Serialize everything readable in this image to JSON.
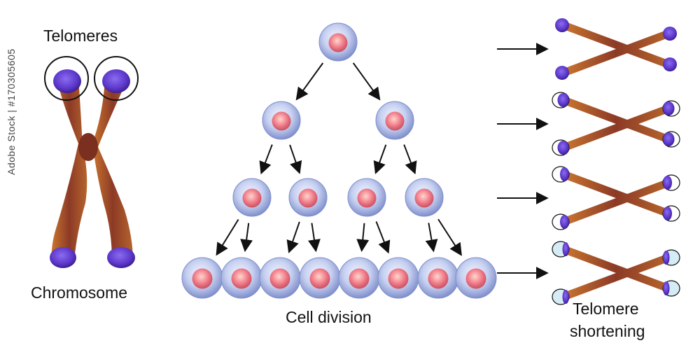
{
  "labels": {
    "telomeres": "Telomeres",
    "chromosome": "Chromosome",
    "cell_division": "Cell division",
    "telomere_shortening_line1": "Telomere",
    "telomere_shortening_line2": "shortening"
  },
  "watermark": "Adobe Stock | #170305605",
  "colors": {
    "chromatid": "#8c3a26",
    "chromatid_highlight": "#c9762f",
    "telomere": "#5b36c9",
    "cell_membrane": "#8aa0d8",
    "cell_nucleus": "#f07a88",
    "arrow": "#111111"
  },
  "structure": {
    "division_levels": 4,
    "cells_per_level": [
      1,
      2,
      4,
      8
    ],
    "shortening_stages": 4
  }
}
